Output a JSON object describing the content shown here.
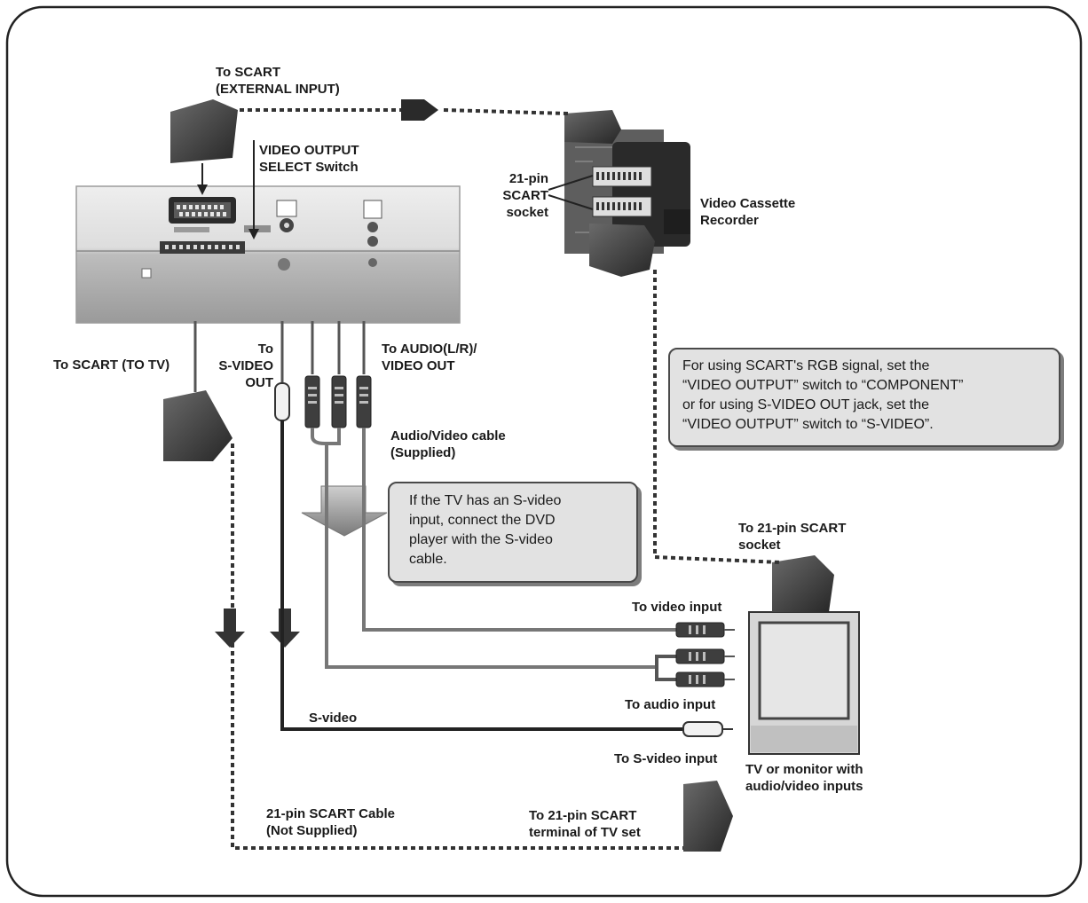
{
  "labels": {
    "to_scart_external": [
      "To SCART",
      "(EXTERNAL INPUT)"
    ],
    "video_output_select": [
      "VIDEO OUTPUT",
      "SELECT Switch"
    ],
    "scart_socket": [
      "21-pin",
      "SCART",
      "socket"
    ],
    "vcr": [
      "Video Cassette",
      "Recorder"
    ],
    "to_scart_tv": "To SCART (TO TV)",
    "to_svideo_out": [
      "To",
      "S-VIDEO",
      "OUT"
    ],
    "to_audio_video_out": [
      "To AUDIO(L/R)/",
      "VIDEO OUT"
    ],
    "av_cable": [
      "Audio/Video cable",
      "(Supplied)"
    ],
    "to_21pin_socket": [
      "To 21-pin SCART",
      "socket"
    ],
    "to_video_input": "To video input",
    "to_audio_input": "To audio input",
    "svideo": "S-video",
    "to_svideo_input": "To S-video input",
    "tv_monitor": [
      "TV or monitor with",
      "audio/video inputs"
    ],
    "scart_cable": [
      "21-pin SCART Cable",
      "(Not Supplied)"
    ],
    "to_21pin_terminal": [
      "To 21-pin SCART",
      "terminal of TV set"
    ]
  },
  "notes": {
    "rgb": [
      "For using SCART's RGB signal, set the",
      "“VIDEO OUTPUT” switch to “COMPONENT”",
      "or for using S-VIDEO OUT jack, set the",
      "“VIDEO OUTPUT” switch to “S-VIDEO”."
    ],
    "svideo": [
      "If the TV has an S-video",
      "input, connect the DVD",
      "player with the S-video",
      "cable."
    ]
  },
  "colors": {
    "frame": "#222222",
    "panel": "#c8c8c8",
    "cable": "#555555",
    "plug": "#3a3a3a",
    "note_bg": "#e2e2e2"
  }
}
